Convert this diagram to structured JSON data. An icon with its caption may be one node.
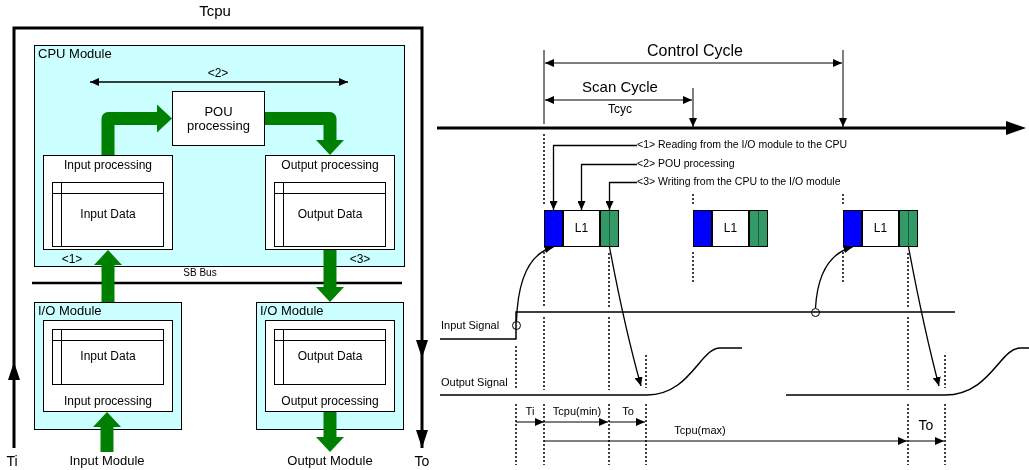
{
  "diagram": {
    "nodes": [
      {
        "text": [
          "CPU Module"
        ]
      },
      {
        "text": [
          "POU processing"
        ],
        "in": 0
      },
      {
        "text": [
          "Input processing"
        ],
        "in": 0
      },
      {
        "text": [
          "Input Data"
        ],
        "in": 2
      },
      {
        "text": [
          "Output processing"
        ],
        "in": 0
      },
      {
        "text": [
          "Output Data"
        ],
        "in": 4
      },
      {
        "text": [
          "I/O Module"
        ]
      },
      {
        "text": [
          "Input processing"
        ],
        "in": 6
      },
      {
        "text": [
          "Input Data"
        ],
        "in": 7
      },
      {
        "text": [
          "I/O Module"
        ]
      },
      {
        "text": [
          "Output processing"
        ],
        "in": 9
      },
      {
        "text": [
          "Output Data"
        ],
        "in": 10
      },
      {
        "text": [
          "Input Module"
        ]
      },
      {
        "text": [
          "Output Module"
        ]
      },
      {
        "text": [],
        "shape": "bar"
      },
      {
        "text": [
          "L1"
        ]
      },
      {
        "text": [],
        "shape": "bar"
      },
      {
        "text": [],
        "shape": "bar"
      },
      {
        "text": [
          "L1"
        ]
      },
      {
        "text": [],
        "shape": "bar"
      },
      {
        "text": [],
        "shape": "bar"
      },
      {
        "text": [
          "L1"
        ]
      },
      {
        "text": [],
        "shape": "bar"
      },
      {
        "text": [
          "<1> Reading from the I/O module to the CPU"
        ]
      },
      {
        "text": [
          "<2> POU processing"
        ]
      },
      {
        "text": [
          "<3> Writing from the CPU to the I/O module"
        ]
      },
      {
        "text": [],
        "shape": "circle"
      },
      {
        "text": [],
        "shape": "circle"
      },
      {
        "text": [],
        "shape": "line"
      },
      {
        "text": [],
        "shape": "line"
      }
    ],
    "edges": [
      {
        "from": 12,
        "to": 7,
        "arrow": "to",
        "style": "thick",
        "color": "#008000"
      },
      {
        "from": 6,
        "to": 2,
        "arrow": "to",
        "style": "thick",
        "color": "#008000"
      },
      {
        "from": 2,
        "to": 1,
        "arrow": "to",
        "style": "thick",
        "color": "#008000"
      },
      {
        "from": 1,
        "to": 4,
        "arrow": "to",
        "style": "thick",
        "color": "#008000"
      },
      {
        "from": 4,
        "to": 9,
        "arrow": "to",
        "style": "thick",
        "color": "#008000"
      },
      {
        "from": 10,
        "to": 13,
        "arrow": "to",
        "style": "thick",
        "color": "#008000"
      },
      {
        "from": 23,
        "to": 14,
        "arrow": "to"
      },
      {
        "from": 24,
        "to": 15,
        "arrow": "to"
      },
      {
        "from": 25,
        "to": 16,
        "arrow": "to"
      },
      {
        "from": 26,
        "to": 14,
        "arrow": "to"
      },
      {
        "from": 16,
        "to": 28,
        "arrow": "to"
      },
      {
        "from": 27,
        "to": 20,
        "arrow": "to"
      },
      {
        "from": 22,
        "to": 29,
        "arrow": "to"
      }
    ],
    "labels": [
      "Tcpu",
      "<2>",
      "<1>",
      "<3>",
      "SB Bus",
      "Ti",
      "To",
      "Control Cycle",
      "Scan Cycle",
      "Tcyc",
      "Input Signal",
      "Output Signal",
      "Ti",
      "Tcpu(min)",
      "To",
      "Tcpu(max)",
      "To"
    ]
  }
}
